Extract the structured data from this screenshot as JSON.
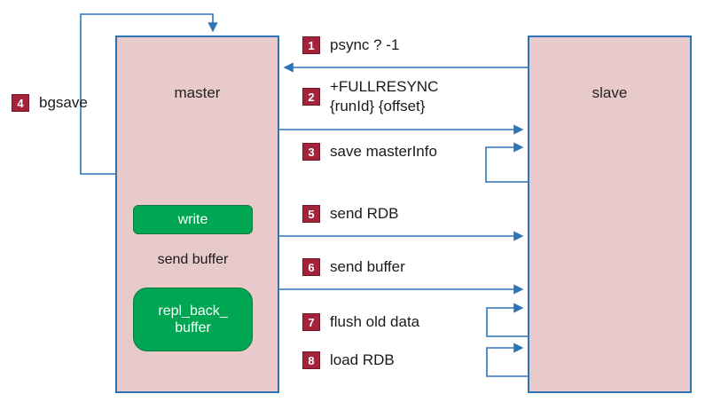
{
  "diagram": {
    "master": {
      "title": "master",
      "write_label": "write",
      "send_buffer_label": "send buffer",
      "repl_back_buffer_label": "repl_back_\nbuffer"
    },
    "slave": {
      "title": "slave"
    },
    "bgsave": {
      "num": "4",
      "label": "bgsave"
    },
    "steps": [
      {
        "num": "1",
        "label": "psync ? -1",
        "arrow": "slave-to-master"
      },
      {
        "num": "2",
        "label": "+FULLRESYNC\n{runId} {offset}",
        "arrow": "master-to-slave"
      },
      {
        "num": "3",
        "label": "save masterInfo",
        "arrow": "slave-self-loop"
      },
      {
        "num": "5",
        "label": "send RDB",
        "arrow": "master-to-slave"
      },
      {
        "num": "6",
        "label": "send buffer",
        "arrow": "master-to-slave"
      },
      {
        "num": "7",
        "label": "flush old data",
        "arrow": "slave-self-loop"
      },
      {
        "num": "8",
        "label": "load RDB",
        "arrow": "slave-self-loop"
      }
    ],
    "colors": {
      "node_fill": "#e9caca",
      "node_border": "#2e74b5",
      "green_fill": "#00a651",
      "badge_fill": "#a32338",
      "arrow": "#2e74b5",
      "background": "#ffffff"
    }
  }
}
